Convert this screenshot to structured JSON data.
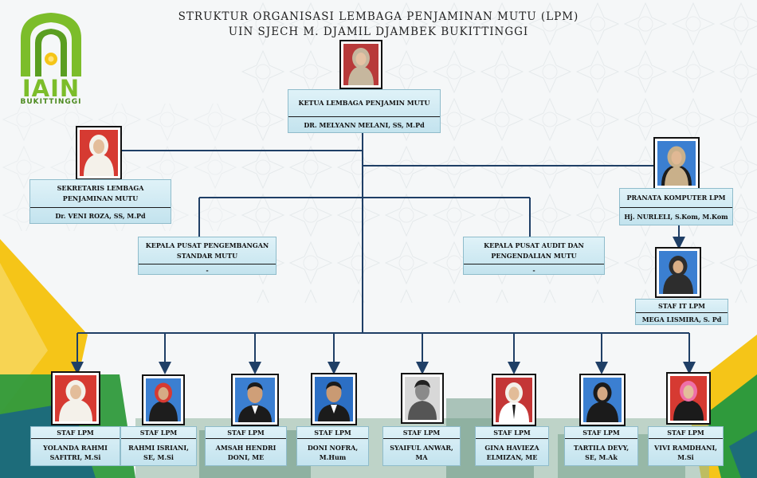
{
  "header": {
    "line1": "STRUKTUR ORGANISASI LEMBAGA PENJAMINAN MUTU (LPM)",
    "line2": "UIN SJECH M. DJAMIL DJAMBEK BUKITTINGGI"
  },
  "logo": {
    "main": "IAIN",
    "sub": "BUKITTINGGI"
  },
  "colors": {
    "box_fill": "#cfeaf3",
    "line": "#1f3f66",
    "logo_green": "#7cbd2a",
    "accent_yellow": "#f5c518",
    "accent_green": "#2f9a3c",
    "accent_teal": "#1d6c7a"
  },
  "chart": {
    "head": {
      "role": "KETUA LEMBAGA PENJAMIN MUTU",
      "name": "DR. MELYANN MELANI, SS, M.Pd"
    },
    "secretary": {
      "role": "SEKRETARIS LEMBAGA PENJAMINAN MUTU",
      "name": "Dr. VENI ROZA, SS, M.Pd"
    },
    "pranata": {
      "role": "PRANATA KOMPUTER LPM",
      "name": "Hj. NURLELI, S.Kom, M.Kom"
    },
    "it_staff": {
      "role": "STAF IT LPM",
      "name": "MEGA LISMIRA, S. Pd"
    },
    "center_standard": {
      "role": "KEPALA PUSAT PENGEMBANGAN STANDAR MUTU",
      "name": "-"
    },
    "center_audit": {
      "role": "KEPALA PUSAT AUDIT DAN PENGENDALIAN MUTU",
      "name": "-"
    },
    "staff": [
      {
        "role": "STAF LPM",
        "name": "YOLANDA RAHMI SAFITRI, M.Si"
      },
      {
        "role": "STAF LPM",
        "name": "RAHMI ISRIANI, SE, M.Si"
      },
      {
        "role": "STAF LPM",
        "name": "AMSAH HENDRI DONI, ME"
      },
      {
        "role": "STAF LPM",
        "name": "DONI NOFRA, M.Hum"
      },
      {
        "role": "STAF LPM",
        "name": "SYAIFUL ANWAR, MA"
      },
      {
        "role": "STAF LPM",
        "name": "GINA HAVIEZA ELMIZAN, ME"
      },
      {
        "role": "STAF LPM",
        "name": "TARTILA DEVY, SE, M.Ak"
      },
      {
        "role": "STAF LPM",
        "name": "VIVI RAMDHANI, M.Si"
      }
    ]
  }
}
